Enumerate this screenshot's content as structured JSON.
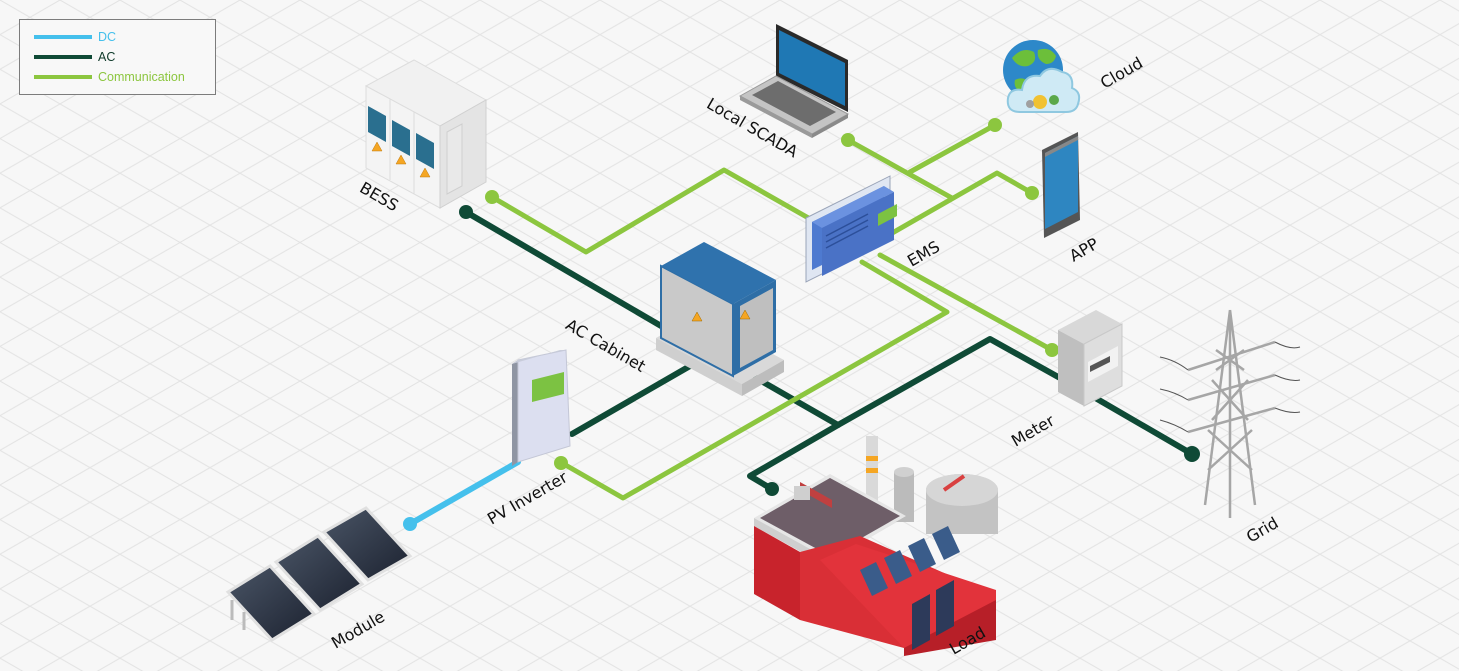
{
  "legend": {
    "items": [
      {
        "label": "DC",
        "color": "#45c0ec"
      },
      {
        "label": "AC",
        "color": "#0f4a36"
      },
      {
        "label": "Communication",
        "color": "#8cc63f"
      }
    ]
  },
  "colors": {
    "dc": "#45c0ec",
    "ac": "#0f4a36",
    "communication": "#8cc63f",
    "background": "#f7f7f7",
    "grid": "#e2e2e2"
  },
  "nodes": {
    "bess": {
      "label": "BESS",
      "icon": "battery-cabinet-icon"
    },
    "local_scada": {
      "label": "Local SCADA",
      "icon": "laptop-icon"
    },
    "cloud": {
      "label": "Cloud",
      "icon": "cloud-globe-icon"
    },
    "app": {
      "label": "APP",
      "icon": "smartphone-icon"
    },
    "ems": {
      "label": "EMS",
      "icon": "ems-controller-icon"
    },
    "ac_cabinet": {
      "label": "AC Cabinet",
      "icon": "ac-cabinet-icon"
    },
    "pv_inverter": {
      "label": "PV Inverter",
      "icon": "inverter-icon"
    },
    "meter": {
      "label": "Meter",
      "icon": "energy-meter-icon"
    },
    "grid": {
      "label": "Grid",
      "icon": "transmission-tower-icon"
    },
    "module": {
      "label": "Module",
      "icon": "solar-panel-icon"
    },
    "load": {
      "label": "Load",
      "icon": "factory-icon"
    }
  },
  "connections": [
    {
      "from": "Module",
      "to": "PV Inverter",
      "type": "DC"
    },
    {
      "from": "PV Inverter",
      "to": "AC Cabinet",
      "type": "AC"
    },
    {
      "from": "BESS",
      "to": "AC Cabinet",
      "type": "AC"
    },
    {
      "from": "AC Cabinet",
      "to": "Load",
      "type": "AC"
    },
    {
      "from": "AC Cabinet",
      "to": "Meter",
      "type": "AC"
    },
    {
      "from": "Meter",
      "to": "Grid",
      "type": "AC"
    },
    {
      "from": "BESS",
      "to": "EMS",
      "type": "Communication"
    },
    {
      "from": "Local SCADA",
      "to": "EMS",
      "type": "Communication"
    },
    {
      "from": "Cloud",
      "to": "EMS",
      "type": "Communication"
    },
    {
      "from": "APP",
      "to": "EMS",
      "type": "Communication"
    },
    {
      "from": "EMS",
      "to": "Meter",
      "type": "Communication"
    },
    {
      "from": "EMS",
      "to": "PV Inverter",
      "type": "Communication"
    }
  ]
}
